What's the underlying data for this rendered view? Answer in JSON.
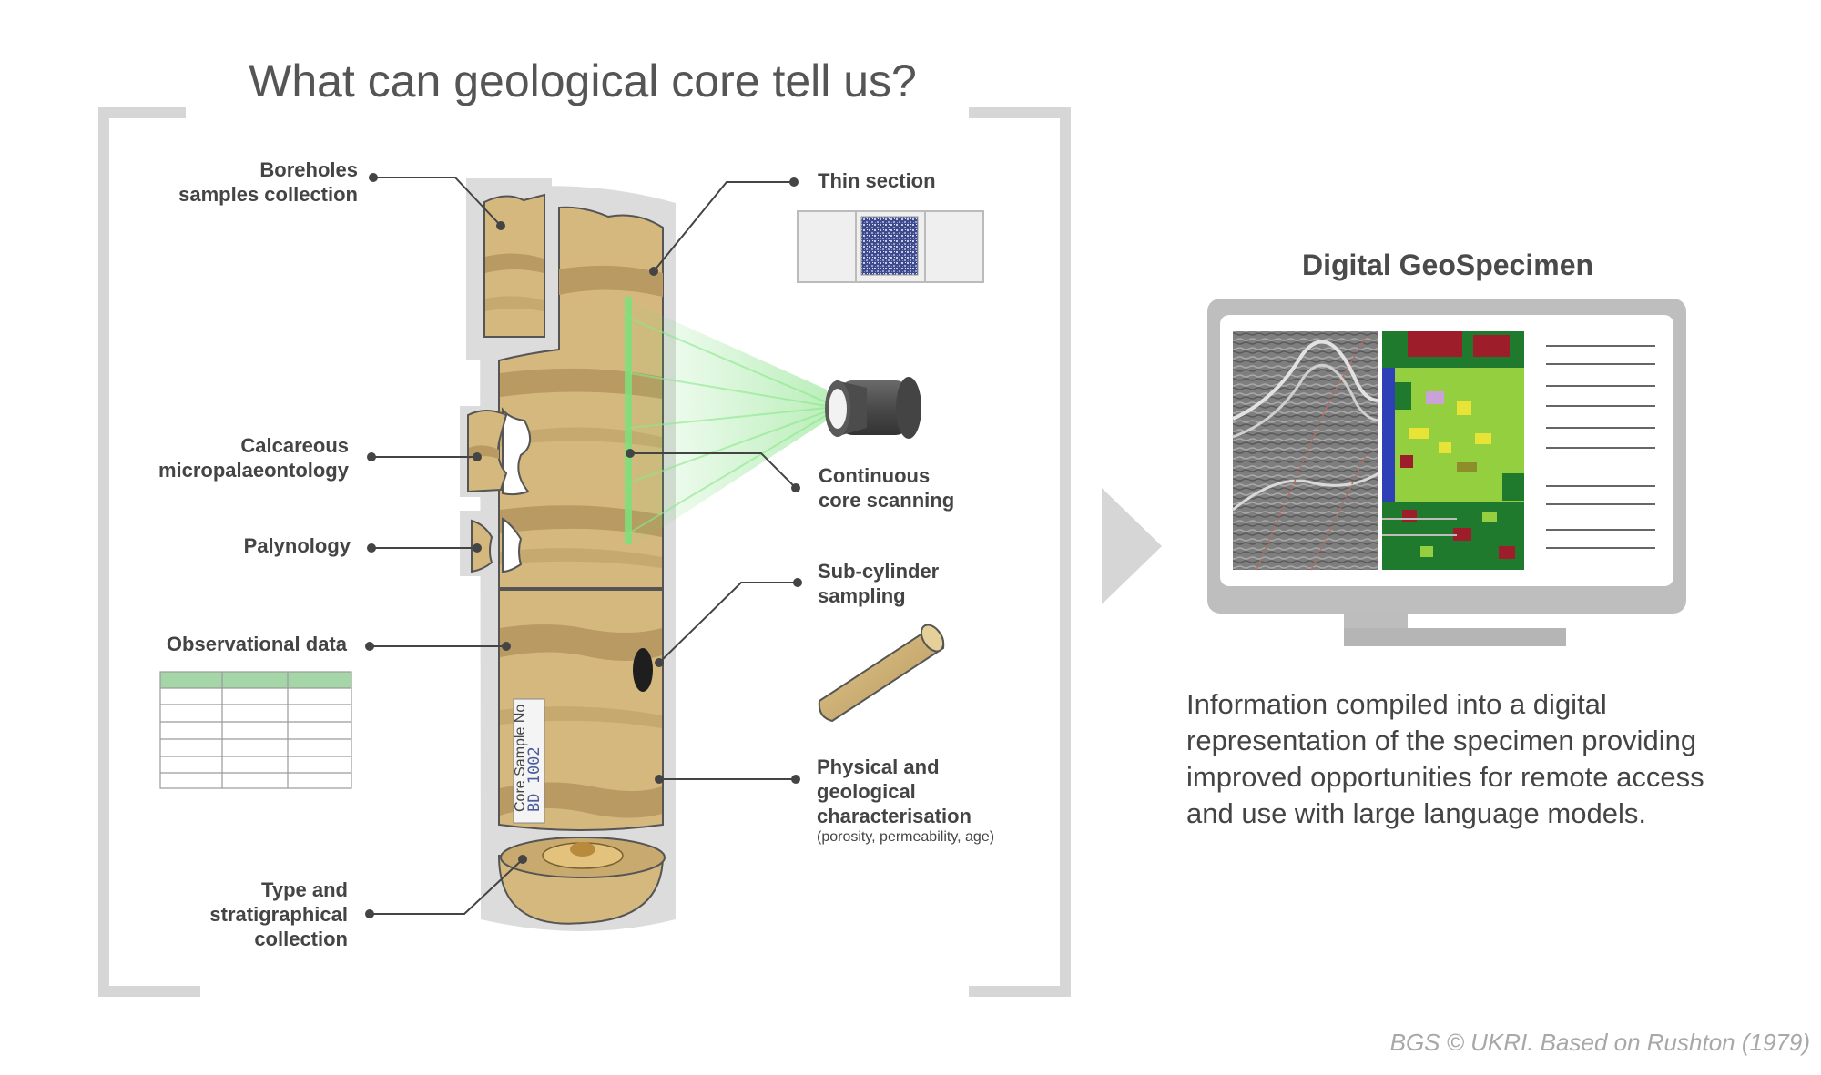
{
  "title": "What can geological core tell us?",
  "labels": {
    "boreholes": [
      "Boreholes",
      "samples collection"
    ],
    "calcareous": [
      "Calcareous",
      "micropalaeontology"
    ],
    "palynology": [
      "Palynology"
    ],
    "observational": [
      "Observational data"
    ],
    "type_strat": [
      "Type and",
      "stratigraphical",
      "collection"
    ],
    "thin_section": [
      "Thin section"
    ],
    "continuous": [
      "Continuous",
      "core scanning"
    ],
    "subcylinder": [
      "Sub-cylinder",
      "sampling"
    ],
    "physical": [
      "Physical and",
      "geological",
      "characterisation"
    ],
    "physical_note": "(porosity, permeability, age)"
  },
  "core_tag": {
    "caption": "Core Sample No",
    "code": "BD 1002"
  },
  "digital": {
    "title": "Digital GeoSpecimen",
    "description": [
      "Information compiled into a digital",
      "representation of the specimen providing",
      "improved opportunities for remote access",
      "and use with large language models."
    ]
  },
  "credit": "BGS © UKRI. Based on Rushton (1979)",
  "colors": {
    "bracket": "#d6d6d6",
    "core_sand": "#d4b87e",
    "core_band": "#b89a62",
    "scan_green": "#6fdc6f",
    "table_header": "#a5d6a7",
    "text": "#444444",
    "credit": "#a8a8a8"
  }
}
